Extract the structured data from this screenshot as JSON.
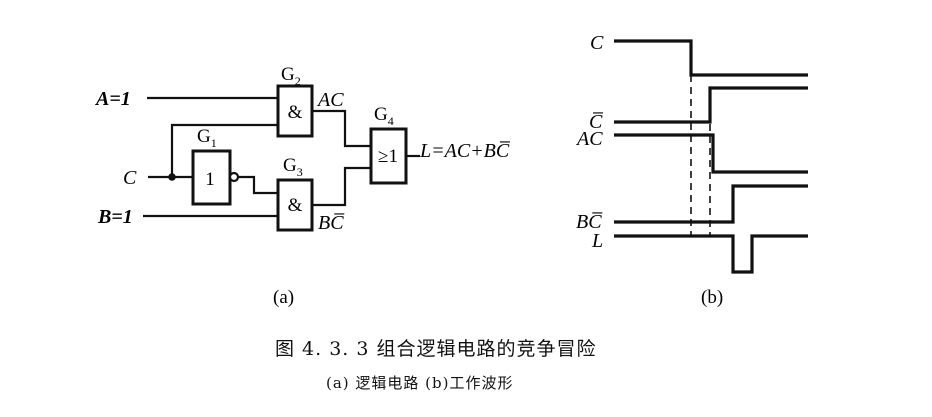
{
  "circuit": {
    "input_a": "A=1",
    "input_c": "C",
    "input_b": "B=1",
    "g1_name": "G",
    "g1_sub": "1",
    "g1_symbol": "1",
    "g2_name": "G",
    "g2_sub": "2",
    "g2_symbol": "&",
    "g3_name": "G",
    "g3_sub": "3",
    "g3_symbol": "&",
    "g4_name": "G",
    "g4_sub": "4",
    "g4_symbol": "≥1",
    "ac_label": "AC",
    "bcbar_label": "BC̅",
    "output_label": "L=AC+BC̅",
    "panel_label": "(a)"
  },
  "waveforms": {
    "signals": [
      "C",
      "C̅",
      "AC",
      "BC̅",
      "L"
    ],
    "panel_label": "(b)"
  },
  "caption": {
    "title": "图 4. 3. 3   组合逻辑电路的竞争冒险",
    "subtitle": "(a) 逻辑电路  (b)工作波形"
  }
}
